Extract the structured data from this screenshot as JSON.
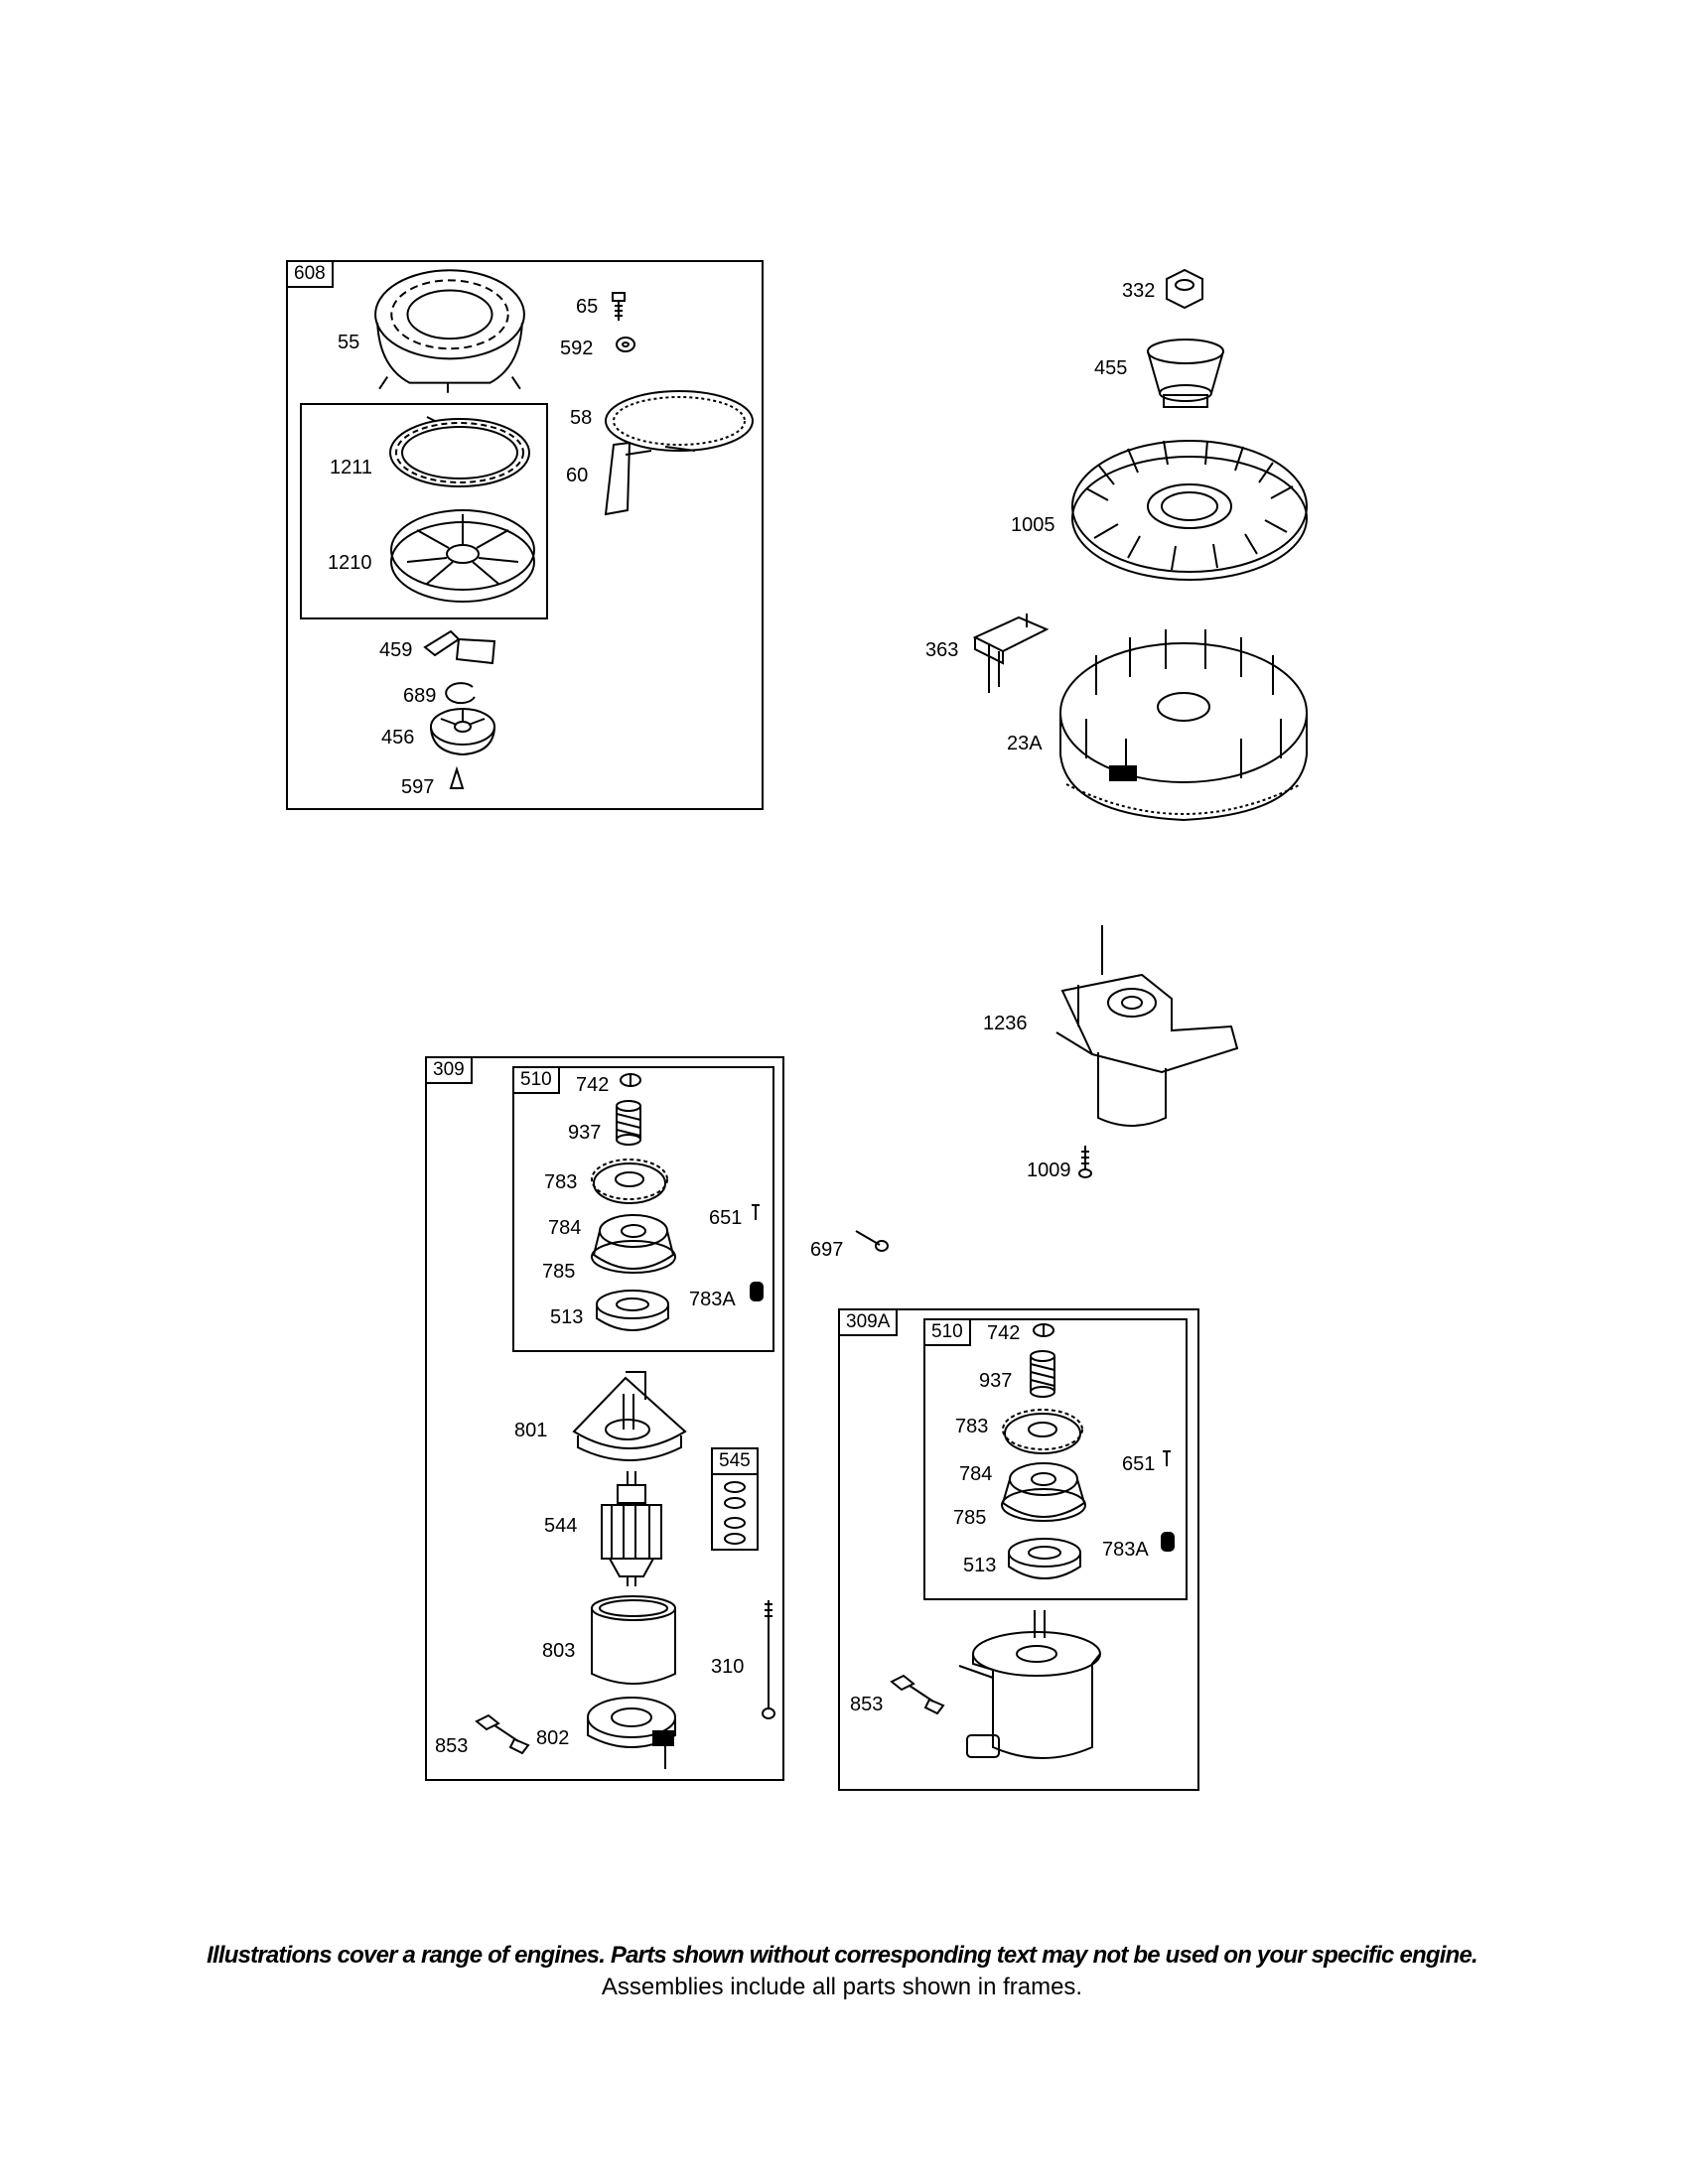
{
  "frames": {
    "recoil": "608",
    "starter": "309",
    "starter_drive_1": "510",
    "brush_kit": "545",
    "starter_alt": "309A",
    "starter_drive_2": "510"
  },
  "labels": {
    "p55": "55",
    "p65": "65",
    "p592": "592",
    "p58": "58",
    "p60": "60",
    "p1211": "1211",
    "p1210": "1210",
    "p459": "459",
    "p689": "689",
    "p456": "456",
    "p597": "597",
    "p332": "332",
    "p455": "455",
    "p1005": "1005",
    "p363": "363",
    "p23a": "23A",
    "p1236": "1236",
    "p1009": "1009",
    "p697": "697",
    "a742": "742",
    "a937": "937",
    "a783": "783",
    "a784": "784",
    "a785": "785",
    "a513": "513",
    "a651": "651",
    "a783a": "783A",
    "p801": "801",
    "p544": "544",
    "p803": "803",
    "p310": "310",
    "p853": "853",
    "p802": "802",
    "b742": "742",
    "b937": "937",
    "b783": "783",
    "b784": "784",
    "b785": "785",
    "b513": "513",
    "b651": "651",
    "b783a": "783A",
    "b853": "853"
  },
  "footer": {
    "note": "Illustrations cover a range of engines. Parts shown without corresponding text may not be used on your specific engine.",
    "frames_note": "Assemblies include all parts shown in frames."
  }
}
